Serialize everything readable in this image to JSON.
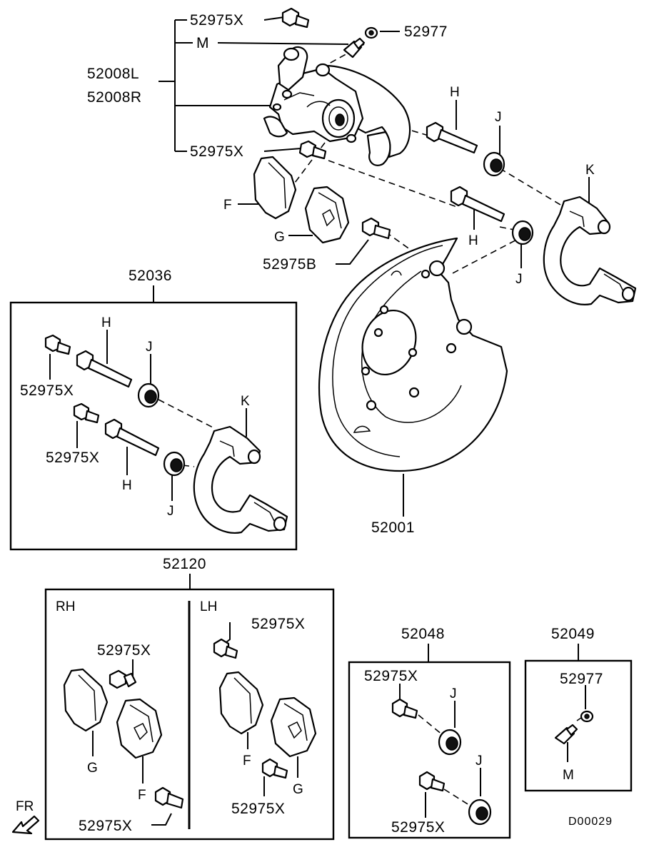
{
  "diagram": {
    "code": "D00029",
    "fr_label": "FR",
    "main": {
      "caliper_l": "52008L",
      "caliper_r": "52008R",
      "bolt_top": "52975X",
      "bolt_bottom": "52975X",
      "bleeder": "52977",
      "m": "M",
      "h_top": "H",
      "j_top": "J",
      "k": "K",
      "f": "F",
      "g": "G",
      "bolt_b": "52975B",
      "h_mid": "H",
      "j_mid": "J",
      "backing_plate": "52001"
    },
    "kit_52036": {
      "title": "52036",
      "h1": "H",
      "j1": "J",
      "bolt1": "52975X",
      "k": "K",
      "bolt2": "52975X",
      "h2": "H",
      "j2": "J"
    },
    "kit_52120": {
      "title": "52120",
      "rh": "RH",
      "lh": "LH",
      "rh_bolt_top": "52975X",
      "rh_g": "G",
      "rh_f": "F",
      "rh_bolt_bottom": "52975X",
      "lh_bolt_top": "52975X",
      "lh_f": "F",
      "lh_g": "G",
      "lh_bolt_bottom": "52975X"
    },
    "kit_52048": {
      "title": "52048",
      "bolt_top": "52975X",
      "j1": "J",
      "j2": "J",
      "bolt_bottom": "52975X"
    },
    "kit_52049": {
      "title": "52049",
      "bleeder": "52977",
      "m": "M"
    }
  }
}
